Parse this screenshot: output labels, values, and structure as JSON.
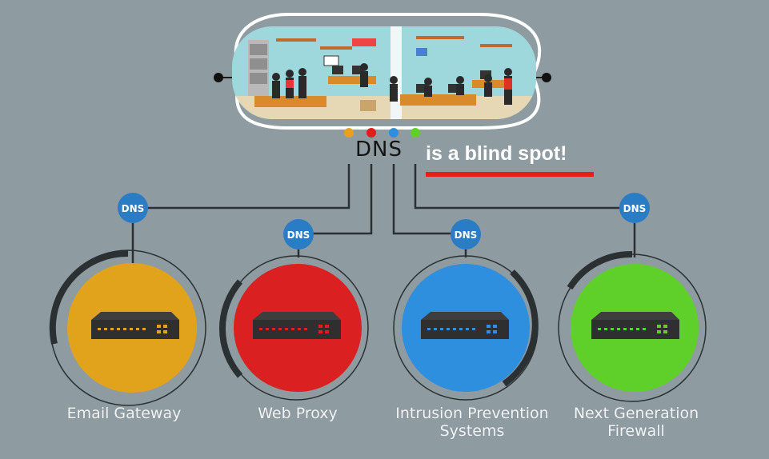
{
  "header": {
    "dns_text": "DNS",
    "tagline": "is a blind spot!"
  },
  "badge_text": "DNS",
  "devices": [
    {
      "label_line1": "Email Gateway",
      "label_line2": "",
      "color": "#e2a31c"
    },
    {
      "label_line1": "Web Proxy",
      "label_line2": "",
      "color": "#da2020"
    },
    {
      "label_line1": "Intrusion Prevention",
      "label_line2": "Systems",
      "color": "#2e8fde"
    },
    {
      "label_line1": "Next Generation",
      "label_line2": "Firewall",
      "color": "#5fd02a"
    }
  ],
  "indicator_colors": [
    "#e8a11c",
    "#e41c1c",
    "#2f8fdc",
    "#5fd02a"
  ],
  "colors": {
    "background": "#8e9ba1",
    "badge": "#2a7cc4",
    "connector": "#2b3033",
    "underline": "#ea1d1d"
  }
}
